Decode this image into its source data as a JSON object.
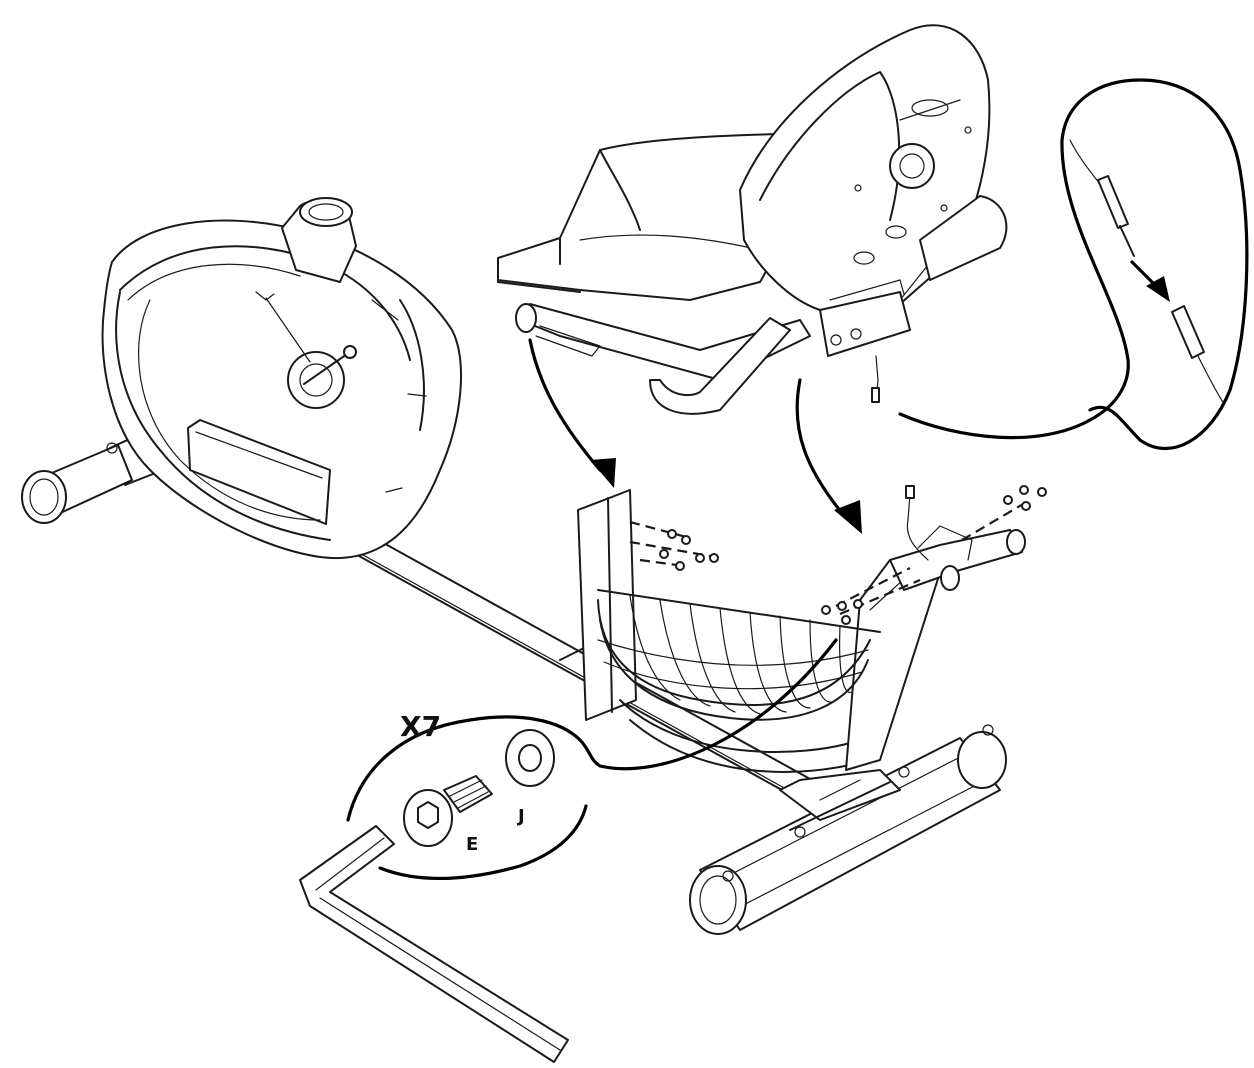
{
  "callout": {
    "quantity": "X7",
    "part_e": "E",
    "part_j": "J"
  }
}
